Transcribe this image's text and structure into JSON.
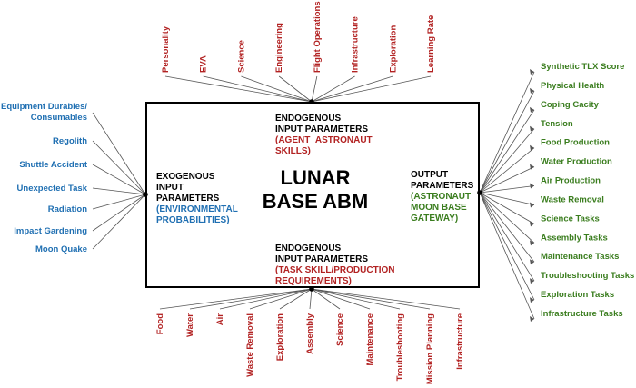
{
  "center": {
    "title_line1": "LUNAR",
    "title_line2": "BASE ABM"
  },
  "top_block": {
    "line1": "ENDOGENOUS",
    "line2": "INPUT PARAMETERS",
    "sub_line1": "(AGENT_ASTRONAUT",
    "sub_line2": "SKILLS)"
  },
  "bottom_block": {
    "line1": "ENDOGENOUS",
    "line2": "INPUT PARAMETERS",
    "sub_line1": "(TASK SKILL/PRODUCTION",
    "sub_line2": "REQUIREMENTS)"
  },
  "left_block": {
    "line1": "EXOGENOUS",
    "line2": "INPUT",
    "line3": "PARAMETERS",
    "sub_line1": "(ENVIRONMENTAL",
    "sub_line2": "PROBABILITIES)"
  },
  "right_block": {
    "line1": "OUTPUT",
    "line2": "PARAMETERS",
    "sub_line1": "(ASTRONAUT",
    "sub_line2": "MOON BASE",
    "sub_line3": "GATEWAY)"
  },
  "colors": {
    "agent_red": "#b22222",
    "environment_blue": "#1f6fb2",
    "output_green": "#3a7d1e",
    "line_gray": "#555555"
  },
  "top_params": [
    "Personality",
    "EVA",
    "Science",
    "Engineering",
    "Flight Operations",
    "Infrastructure",
    "Exploration",
    "Learning Rate"
  ],
  "bottom_params": [
    "Food",
    "Water",
    "Air",
    "Waste Removal",
    "Exploration",
    "Assembly",
    "Science",
    "Maintenance",
    "Troubleshooting",
    "Mission Planning",
    "Infrastructure"
  ],
  "left_params": [
    [
      "Equipment Durables/",
      "Consumables"
    ],
    [
      "Regolith"
    ],
    [
      "Shuttle Accident"
    ],
    [
      "Unexpected Task"
    ],
    [
      "Radiation"
    ],
    [
      "Impact Gardening"
    ],
    [
      "Moon Quake"
    ]
  ],
  "right_params": [
    "Synthetic TLX Score",
    "Physical Health",
    "Coping Cacity",
    "Tension",
    "Food Production",
    "Water Production",
    "Air Production",
    "Waste Removal",
    "Science Tasks",
    "Assembly Tasks",
    "Maintenance Tasks",
    "Troubleshooting Tasks",
    "Exploration Tasks",
    "Infrastructure Tasks"
  ]
}
